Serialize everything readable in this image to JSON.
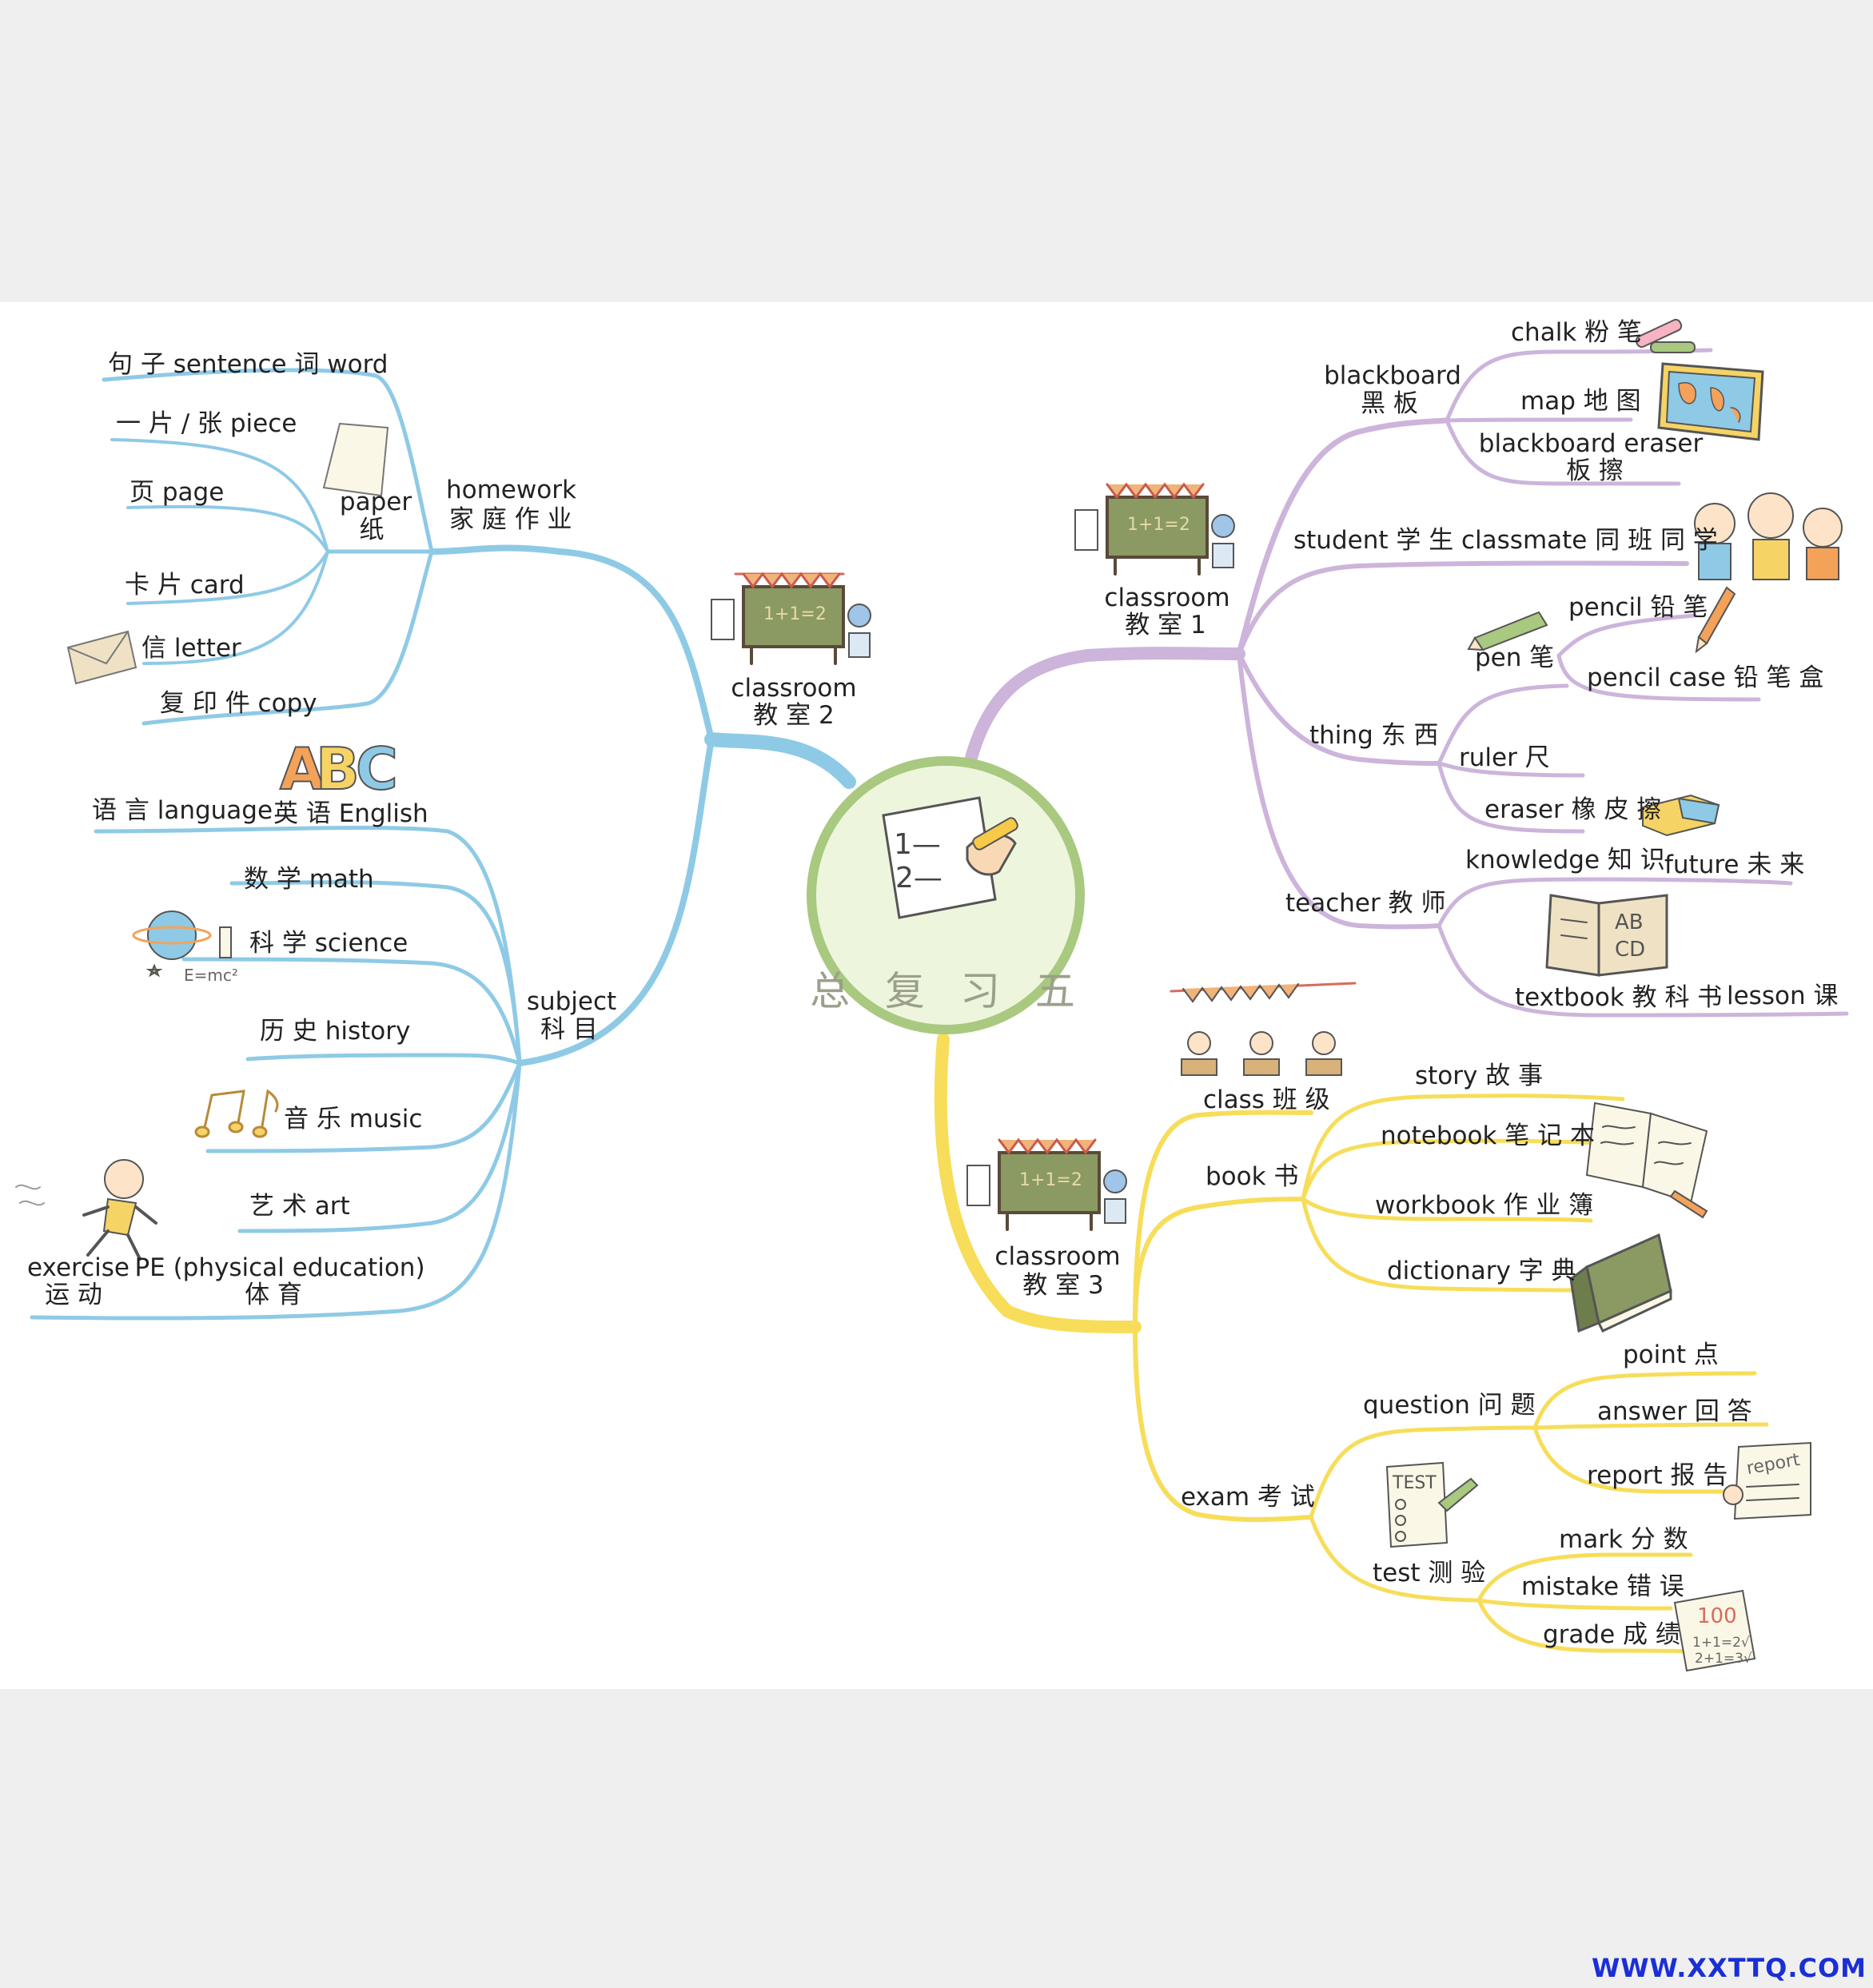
{
  "center": {
    "title": "总 复 习 五"
  },
  "watermark": "WWW.XXTTQ.COM",
  "colors": {
    "blue": "#8ecae6",
    "purple": "#cdb4db",
    "yellow": "#f7dd59",
    "center_ring": "#a8c97f",
    "center_fill": "#eef5dd"
  },
  "classroom1": {
    "label": [
      "classroom",
      "教 室 1"
    ],
    "blackboard": [
      "blackboard",
      "黑 板"
    ],
    "chalk": "chalk 粉 笔",
    "map": "map 地 图",
    "blackboard_eraser": [
      "blackboard eraser",
      "板 擦"
    ],
    "student": "student 学 生",
    "classmate": "classmate 同 班 同 学",
    "pen": "pen 笔",
    "pencil": "pencil 铅 笔",
    "pencil_case": "pencil case 铅 笔 盒",
    "thing": "thing 东 西",
    "ruler": "ruler 尺",
    "eraser": "eraser 橡 皮 擦",
    "teacher": "teacher 教 师",
    "knowledge": "knowledge 知 识",
    "future": "future 未 来",
    "textbook": "textbook 教 科 书",
    "lesson": "lesson 课"
  },
  "classroom2": {
    "label": [
      "classroom",
      "教 室 2"
    ],
    "homework": [
      "homework",
      "家 庭 作 业"
    ],
    "sentence_word": "句 子 sentence   词 word",
    "piece": "一 片 / 张 piece",
    "paper": [
      "paper",
      "纸"
    ],
    "page": "页 page",
    "card": "卡 片 card",
    "letter": "信 letter",
    "copy": "复 印 件 copy",
    "language": "语 言 language",
    "english": "英 语 English",
    "subject": [
      "subject",
      "科 目"
    ],
    "math": "数 学 math",
    "science": "科 学 science",
    "history": "历 史 history",
    "music": "音 乐 music",
    "art": "艺 术 art",
    "exercise": [
      "exercise",
      "运 动"
    ],
    "pe": [
      "PE (physical education)",
      "体 育"
    ]
  },
  "classroom3": {
    "label": [
      "classroom",
      "教 室 3"
    ],
    "class": "class 班 级",
    "book": "book 书",
    "story": "story 故 事",
    "notebook": "notebook 笔 记 本",
    "workbook": "workbook 作 业 簿",
    "dictionary": "dictionary 字 典",
    "exam": "exam 考 试",
    "question": "question 问 题",
    "point": "point 点",
    "answer": "answer 回 答",
    "report": "report 报 告",
    "test": "test 测 验",
    "mark": "mark 分 数",
    "mistake": "mistake 错 误",
    "grade": "grade 成 绩"
  },
  "icons": {
    "abc_text": "ABC",
    "emc2_text": "E=mc²",
    "board_text": "1+1=2",
    "book_text": "AB CD",
    "test_text": "TEST",
    "report_text": "report",
    "grade_text": "100",
    "math_text": "1—  2—"
  }
}
